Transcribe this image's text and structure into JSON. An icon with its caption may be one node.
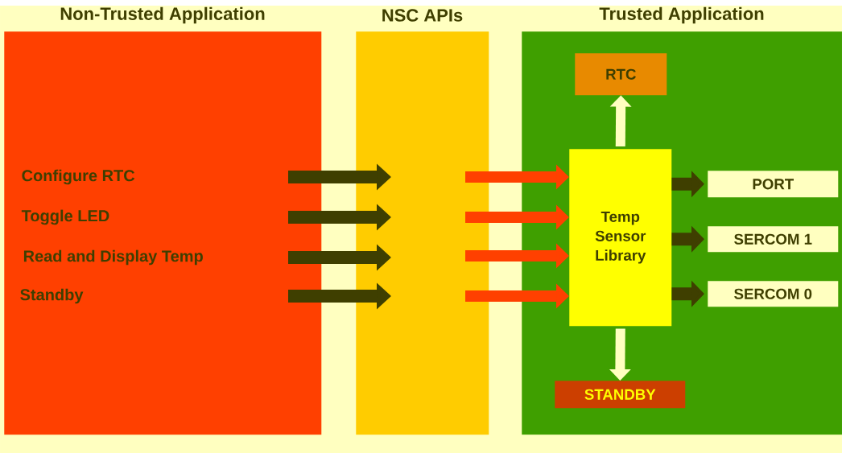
{
  "diagram": {
    "nodes": [
      {
        "text": [
          "Non-Trusted Application"
        ]
      },
      {
        "text": [
          "NSC APIs"
        ]
      },
      {
        "text": [
          "Trusted Application"
        ]
      },
      {
        "text": [
          "RTC"
        ],
        "in": 2
      },
      {
        "text": [
          "Temp Sensor Library"
        ],
        "in": 2
      },
      {
        "text": [
          "PORT"
        ],
        "in": 2
      },
      {
        "text": [
          "SERCOM 1"
        ],
        "in": 2
      },
      {
        "text": [
          "SERCOM 0"
        ],
        "in": 2
      },
      {
        "text": [
          "STANDBY"
        ],
        "in": 2
      }
    ],
    "edges": [
      {
        "from": 0,
        "to": 1,
        "arrow": "to"
      },
      {
        "from": 0,
        "to": 1,
        "arrow": "to"
      },
      {
        "from": 0,
        "to": 1,
        "arrow": "to"
      },
      {
        "from": 0,
        "to": 1,
        "arrow": "to"
      },
      {
        "from": 1,
        "to": 4,
        "arrow": "to",
        "color": "#ff4000"
      },
      {
        "from": 1,
        "to": 4,
        "arrow": "to",
        "color": "#ff4000"
      },
      {
        "from": 1,
        "to": 4,
        "arrow": "to",
        "color": "#ff4000"
      },
      {
        "from": 1,
        "to": 4,
        "arrow": "to",
        "color": "#ff4000"
      },
      {
        "from": 4,
        "to": 3,
        "arrow": "to",
        "color": "#ffffc0"
      },
      {
        "from": 4,
        "to": 5,
        "arrow": "to"
      },
      {
        "from": 4,
        "to": 6,
        "arrow": "to"
      },
      {
        "from": 4,
        "to": 7,
        "arrow": "to"
      },
      {
        "from": 4,
        "to": 8,
        "arrow": "to",
        "color": "#ffffc0"
      }
    ],
    "labels": [
      "Configure RTC",
      "Toggle LED",
      "Read and Display Temp",
      "Standby"
    ]
  }
}
